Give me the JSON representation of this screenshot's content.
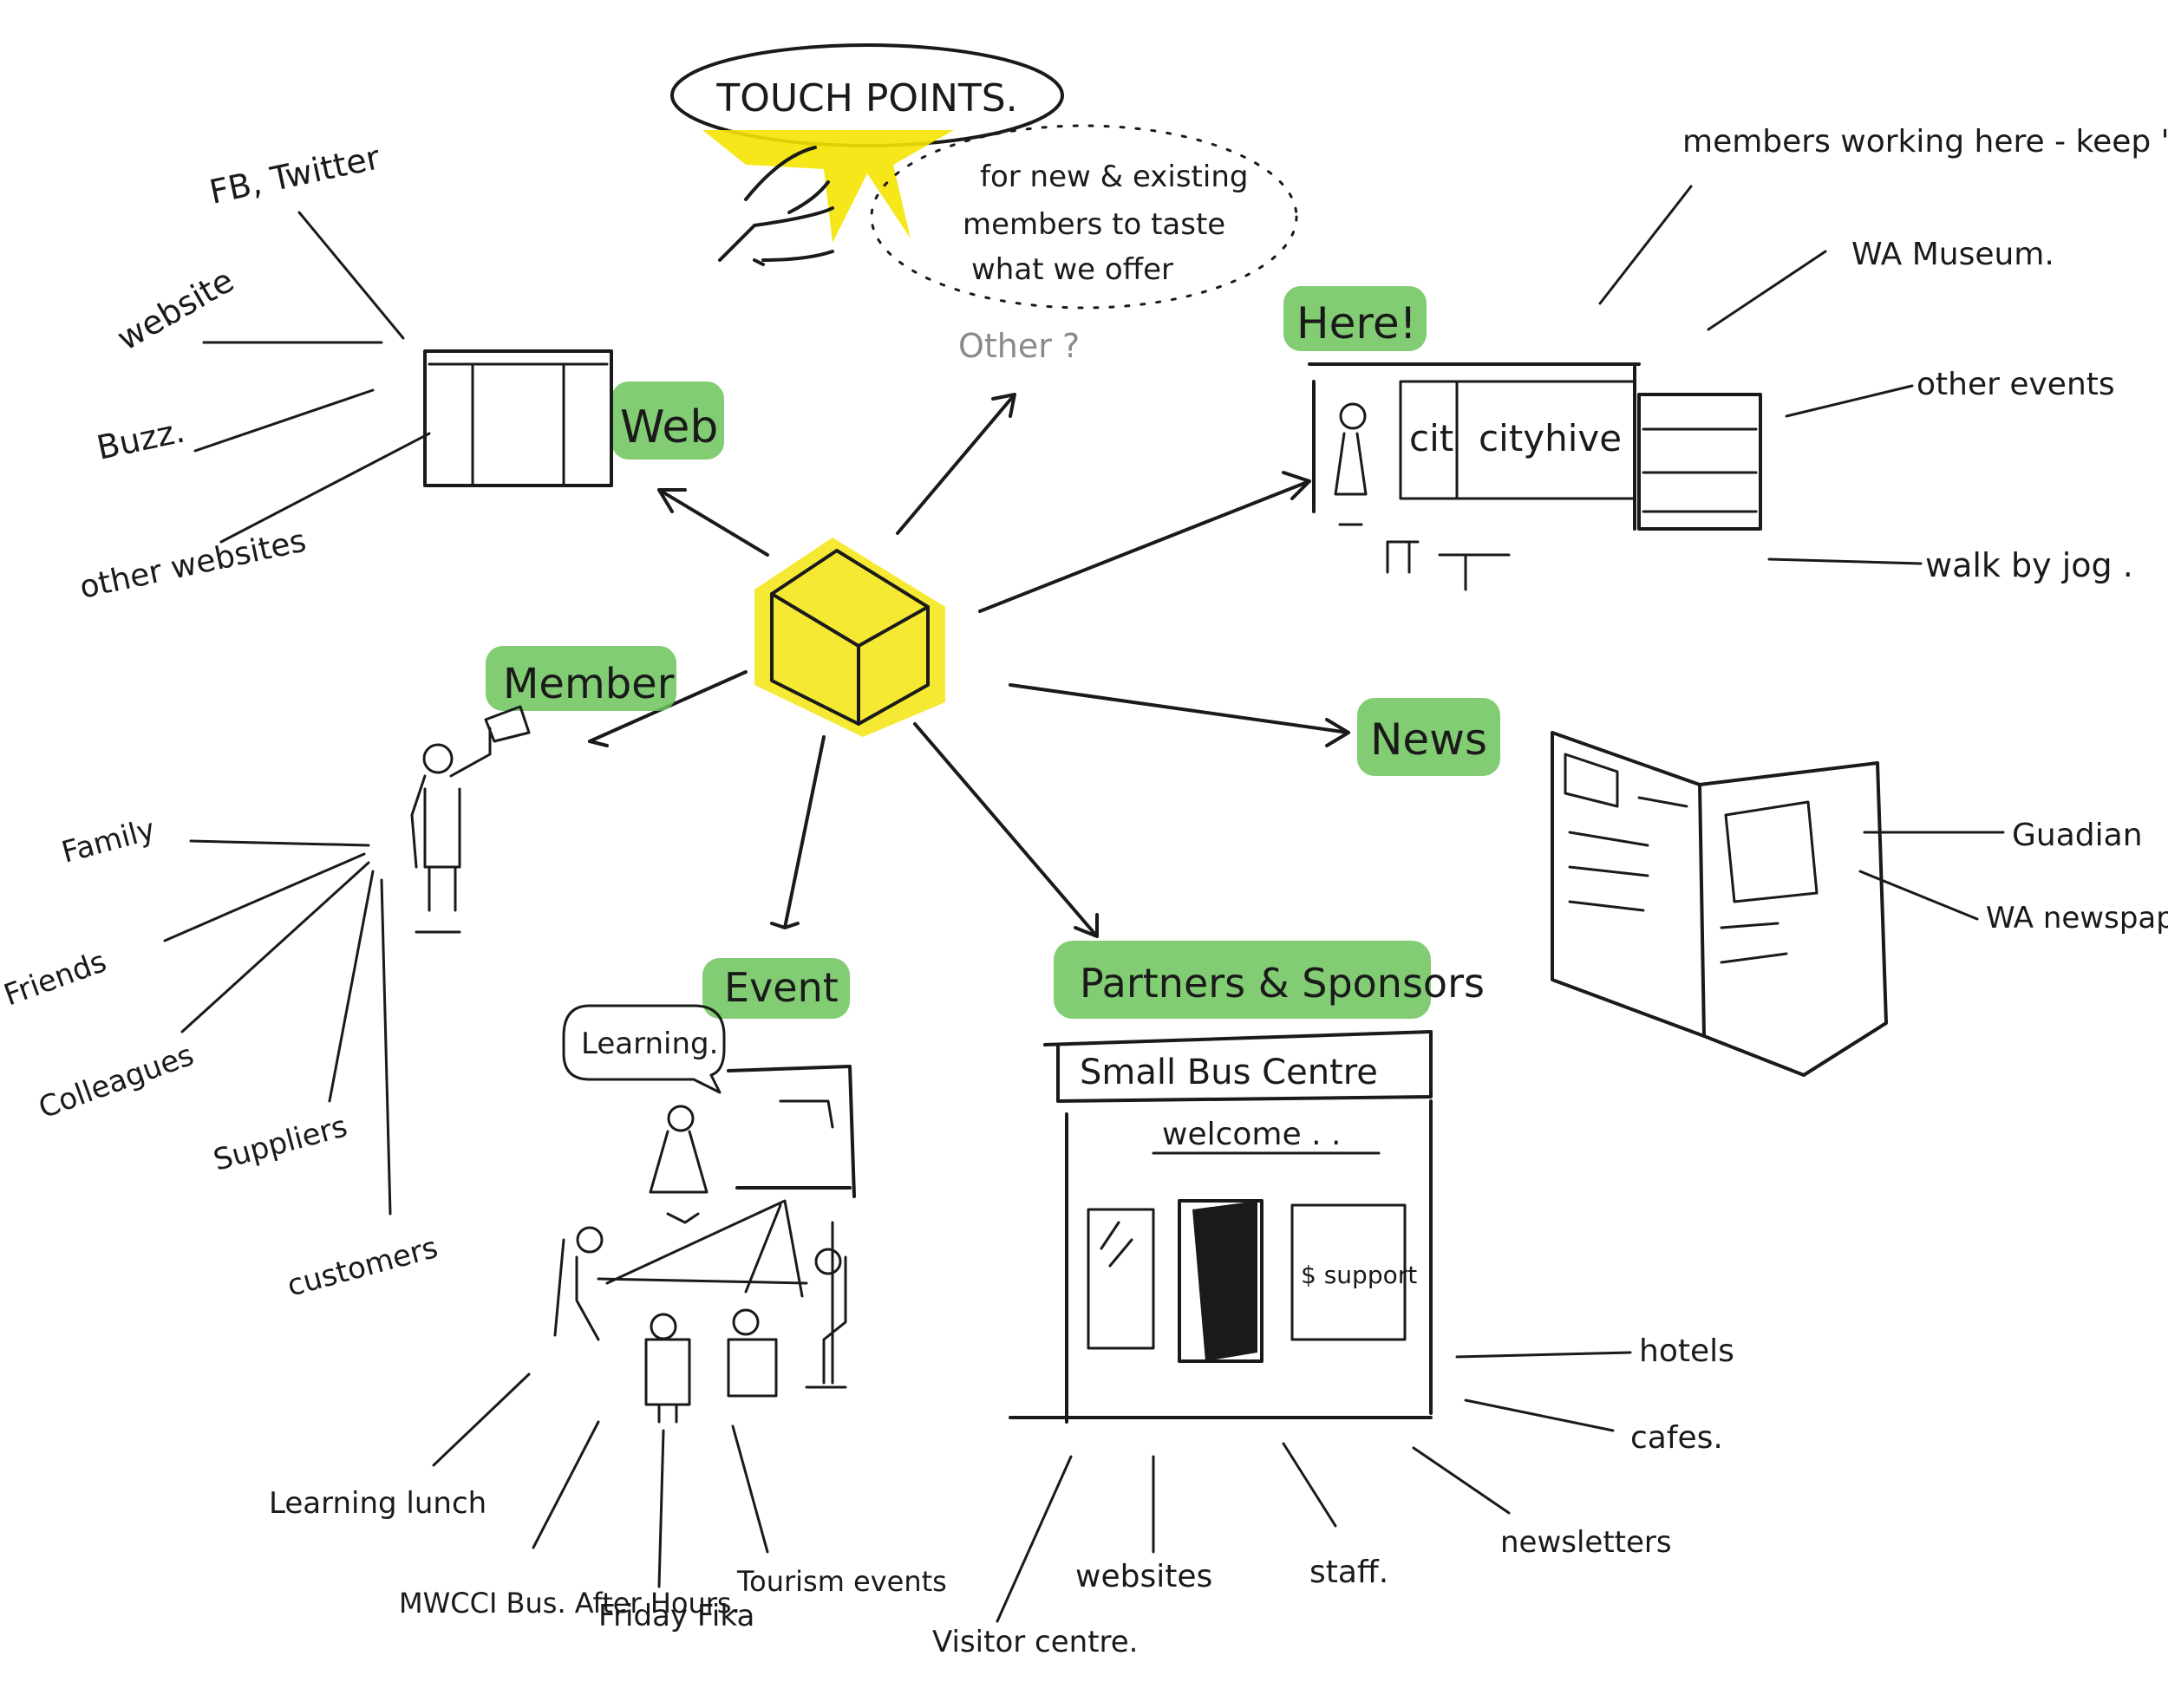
{
  "title": "TOUCH POINTS.",
  "title_note": "for new & existing members to taste what we offer",
  "other_label": "Other ?",
  "colors": {
    "ink": "#1a1a1a",
    "highlight_green": "#6cc35a",
    "highlight_yellow": "#f4e400",
    "pencil_grey": "#8a8a8a"
  },
  "branches": {
    "web": {
      "label": "Web",
      "items": [
        "FB, Twitter",
        "website",
        "Buzz.",
        "other websites"
      ]
    },
    "here": {
      "label": "Here!",
      "sign_left": "cit",
      "sign_right": "cityhive",
      "items": [
        "members working here - keep 'em !",
        "WA Museum.",
        "other events",
        "walk by jog ."
      ]
    },
    "news": {
      "label": "News",
      "items": [
        "Guadian",
        "WA newspapers web."
      ]
    },
    "member": {
      "label": "Member",
      "items": [
        "Family",
        "Friends",
        "Colleagues",
        "Suppliers",
        "customers"
      ]
    },
    "event": {
      "label": "Event",
      "speech": "Learning.",
      "items": [
        "Learning lunch",
        "MWCCI Bus. After Hours.",
        "Friday Fika",
        "Tourism events"
      ]
    },
    "partners": {
      "label": "Partners & Sponsors",
      "sign": "Small Bus Centre",
      "welcome": "welcome . .",
      "window_note": "$ support",
      "items": [
        "hotels",
        "cafes.",
        "newsletters",
        "staff.",
        "websites",
        "Visitor centre."
      ]
    }
  }
}
